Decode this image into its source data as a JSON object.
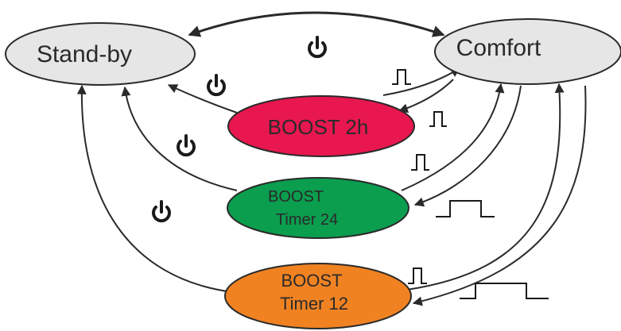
{
  "nodes": {
    "standby": {
      "label": "Stand-by",
      "fill": "#e6e6e6"
    },
    "comfort": {
      "label": "Comfort",
      "fill": "#e6e6e6"
    },
    "boost2h": {
      "label": "BOOST 2h",
      "fill": "#e8174f"
    },
    "timer24": {
      "line1": "BOOST",
      "line2": "Timer 24",
      "fill": "#0a9e4e"
    },
    "timer12": {
      "line1": "BOOST",
      "line2": "Timer 12",
      "fill": "#f08222"
    }
  },
  "icons": {
    "power": "power-icon",
    "short_pulse": "short-pulse-icon",
    "long_pulse": "long-pulse-icon"
  },
  "colors": {
    "stroke": "#2a2a2a",
    "background": "#ffffff"
  }
}
